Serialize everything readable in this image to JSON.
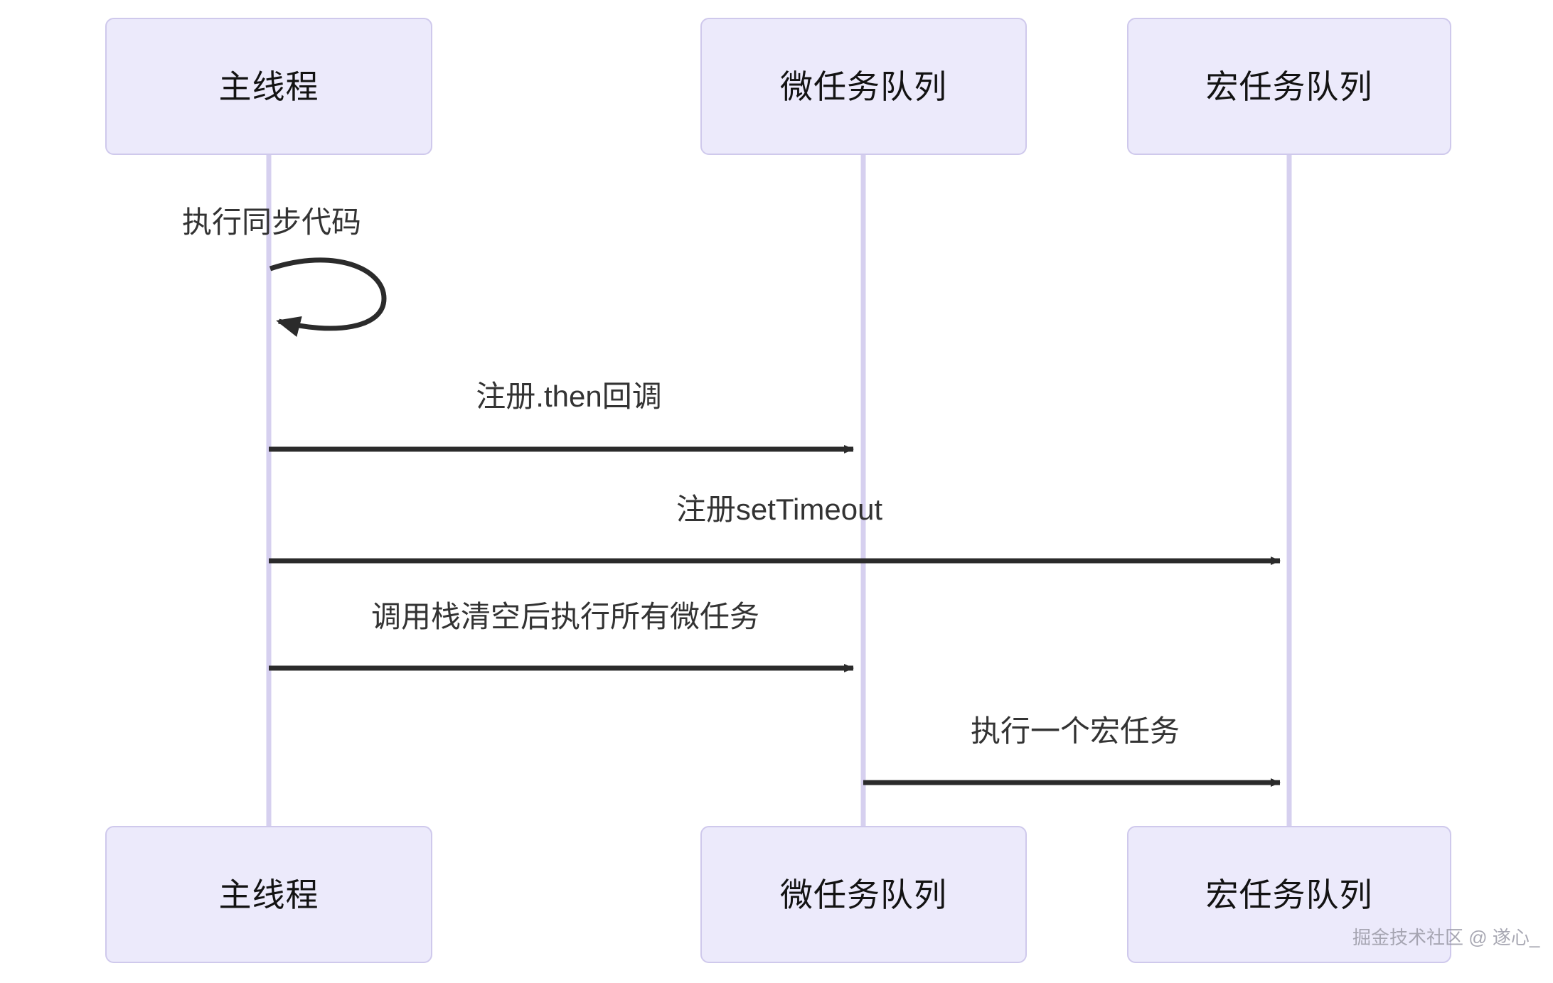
{
  "diagram": {
    "type": "sequence-diagram",
    "background_color": "#ffffff",
    "actor_fill_color": "#ECEAFB",
    "actor_border_color": "#CFC9EC",
    "lifeline_color": "#D6D0EF",
    "arrow_color": "#2B2B2B",
    "label_color": "#333333",
    "actors": [
      {
        "id": "main-thread",
        "label": "主线程"
      },
      {
        "id": "microtask-queue",
        "label": "微任务队列"
      },
      {
        "id": "macrotask-queue",
        "label": "宏任务队列"
      }
    ],
    "messages": [
      {
        "id": "m1",
        "label": "执行同步代码",
        "from": "main-thread",
        "to": "main-thread",
        "kind": "self-loop"
      },
      {
        "id": "m2",
        "label": "注册.then回调",
        "from": "main-thread",
        "to": "microtask-queue",
        "kind": "solid-arrow"
      },
      {
        "id": "m3",
        "label": "注册setTimeout",
        "from": "main-thread",
        "to": "macrotask-queue",
        "kind": "solid-arrow"
      },
      {
        "id": "m4",
        "label": "调用栈清空后执行所有微任务",
        "from": "main-thread",
        "to": "microtask-queue",
        "kind": "solid-arrow"
      },
      {
        "id": "m5",
        "label": "执行一个宏任务",
        "from": "microtask-queue",
        "to": "macrotask-queue",
        "kind": "solid-arrow"
      }
    ],
    "watermark": "掘金技术社区 @ 遂心_"
  }
}
